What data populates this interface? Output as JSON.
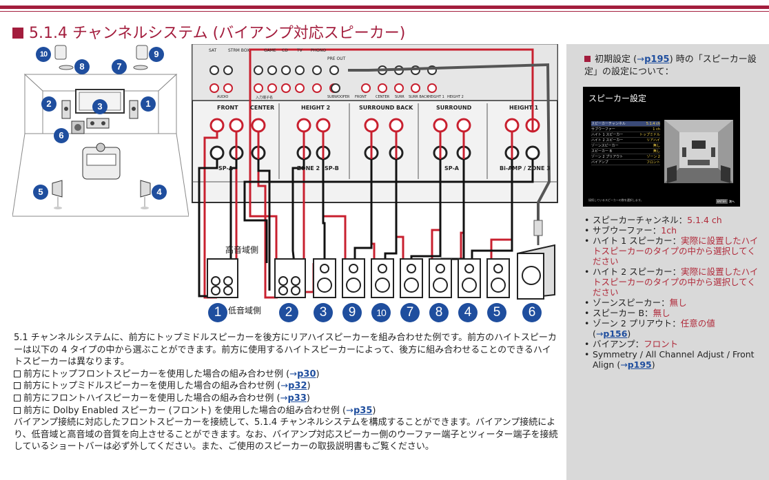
{
  "page": {
    "title": "5.1.4 チャンネルシステム (バイアンプ対応スピーカー)"
  },
  "room_badges": [
    "10",
    "8",
    "7",
    "9",
    "2",
    "3",
    "1",
    "6",
    "5",
    "4"
  ],
  "wiring": {
    "receiver_labels": {
      "sat": "SAT",
      "strm_box": "STRM BOX",
      "game": "GAME",
      "cd": "CD",
      "tv": "TV",
      "phono": "PHONO",
      "pre_out": "PRE OUT",
      "subwoofer": "SUBWOOFER",
      "front": "FRONT",
      "center": "CENTER",
      "surr": "SURR",
      "surr_back": "SURR BACK",
      "height1": "HEIGHT 1",
      "height2": "HEIGHT 2",
      "audio": "AUDIO",
      "input_label": "入力端子名",
      "t_front": "FRONT",
      "t_center": "CENTER",
      "t_height2": "HEIGHT 2",
      "t_surround_back": "SURROUND BACK",
      "t_surround": "SURROUND",
      "t_height1": "HEIGHT 1",
      "t_spa": "SP-A",
      "t_spa2": "SP-A",
      "t_zone": "ZONE 2",
      "t_spb": "SP-B",
      "t_biamp": "Bi-AMP / ZONE 3"
    },
    "high_side_label": "高音域側",
    "low_side_label": "低音域側",
    "speaker_numbers": [
      "1",
      "2",
      "3",
      "9",
      "10",
      "7",
      "8",
      "4",
      "5",
      "6"
    ],
    "colors": {
      "red_cable": "#c8202f",
      "black_cable": "#111111",
      "badge": "#1f4e9e"
    }
  },
  "body": {
    "intro": "5.1 チャンネルシステムに、前方にトップミドルスピーカーを後方にリアハイスピーカーを組み合わせた例です。前方のハイトスピーカーは以下の 4 タイプの中から選ぶことができます。前方に使用するハイトスピーカーによって、後方に組み合わせることのできるハイトスピーカーは異なります。",
    "items": [
      {
        "text": "前方にトップフロントスピーカーを使用した場合の組み合わせ例 (",
        "arrow": "→",
        "ref": "p30",
        "close": ")"
      },
      {
        "text": "前方にトップミドルスピーカーを使用した場合の組み合わせ例 (",
        "arrow": "→",
        "ref": "p32",
        "close": ")"
      },
      {
        "text": "前方にフロントハイスピーカーを使用した場合の組み合わせ例 (",
        "arrow": "→",
        "ref": "p33",
        "close": ")"
      },
      {
        "text": "前方に Dolby Enabled スピーカー (フロント) を使用した場合の組み合わせ例 (",
        "arrow": "→",
        "ref": "p35",
        "close": ")"
      }
    ],
    "outro": "バイアンプ接続に対応したフロントスピーカーを接続して、5.1.4 チャンネルシステムを構成することができます。バイアンプ接続により、低音域と高音域の音質を向上させることができます。なお、バイアンプ対応スピーカー側のウーファー端子とツィーター端子を接続しているショートバーは必ず外してください。また、ご使用のスピーカーの取扱説明書もご覧ください。"
  },
  "panel": {
    "heading_pre": "初期設定 (",
    "heading_arrow": "→",
    "heading_ref": "p195",
    "heading_post": ") 時の「スピーカー設定」の設定について：",
    "screen": {
      "title": "スピーカー設定",
      "rows": [
        {
          "label": "スピーカーチャンネル",
          "value": "5.1.4 ch"
        },
        {
          "label": "サブウーファー",
          "value": "1 ch"
        },
        {
          "label": "ハイト 1 スピーカー",
          "value": "トップミドル"
        },
        {
          "label": "ハイト 2 スピーカー",
          "value": "リアハイ"
        },
        {
          "label": "ゾーンスピーカー",
          "value": "無し"
        },
        {
          "label": "スピーカー B",
          "value": "無し"
        },
        {
          "label": "ゾーン 2 プリアウト",
          "value": "ゾーン 2"
        },
        {
          "label": "バイアンプ",
          "value": "フロント"
        }
      ],
      "footer": "接続しているスピーカーの数を選択します。",
      "enter_key": "ENTER",
      "enter_label": "次へ"
    },
    "settings": [
      {
        "label": "スピーカーチャンネル：",
        "value": "5.1.4 ch"
      },
      {
        "label": "サブウーファー：",
        "value": "1ch"
      },
      {
        "label": "ハイト 1 スピーカー：",
        "value": "実際に設置したハイトスピーカーのタイプの中から選択してください"
      },
      {
        "label": "ハイト 2 スピーカー：",
        "value": "実際に設置したハイトスピーカーのタイプの中から選択してください"
      },
      {
        "label": "ゾーンスピーカー：",
        "value": "無し"
      },
      {
        "label": "スピーカー B：",
        "value": "無し"
      },
      {
        "label": "ゾーン 2 プリアウト：",
        "value": "任意の値"
      },
      {
        "label": "バイアンプ：",
        "value": "フロント"
      }
    ],
    "extra": {
      "text": "Symmetry / All Channel Adjust / Front Align (",
      "arrow": "→",
      "ref": "p195",
      "close": ")"
    },
    "extra_ref_1": {
      "arrow": "→",
      "ref": "p156",
      "open": "(",
      "close": ")"
    }
  }
}
